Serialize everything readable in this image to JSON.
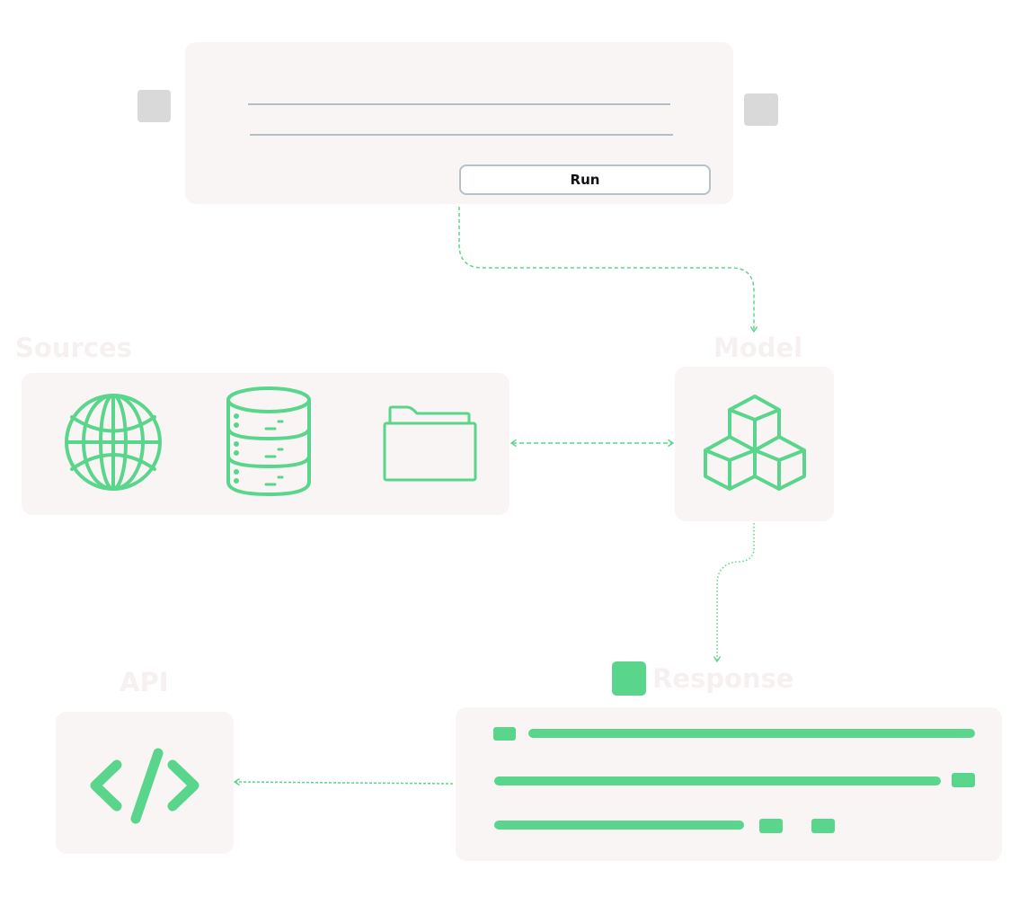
{
  "colors": {
    "accent": "#5ad68c",
    "panel": "#f8f5f4",
    "label": "#f6f1f0",
    "input_line": "#b3bfc6",
    "handle": "#d9d9d9"
  },
  "input_panel": {
    "run_label": "Run"
  },
  "sources": {
    "label": "Sources",
    "icons": [
      "globe-icon",
      "database-icon",
      "folder-icon"
    ]
  },
  "model": {
    "label": "Model",
    "icon": "cubes-icon"
  },
  "response": {
    "label": "Response"
  },
  "api": {
    "label": "API",
    "icon": "code-icon"
  }
}
